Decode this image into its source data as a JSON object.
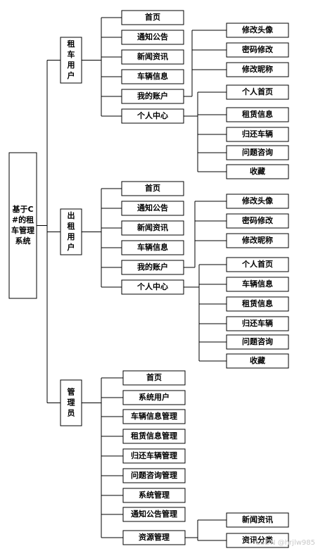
{
  "root": {
    "label_lines": [
      "基于C",
      "#的租",
      "车管理",
      "系统"
    ]
  },
  "roles": [
    {
      "label_lines": [
        "租",
        "车",
        "用",
        "户"
      ],
      "children": [
        {
          "label": "首页"
        },
        {
          "label": "通知公告"
        },
        {
          "label": "新闻资讯"
        },
        {
          "label": "车辆信息"
        },
        {
          "label": "我的账户",
          "children": [
            "修改头像",
            "密码修改",
            "修改昵称"
          ]
        },
        {
          "label": "个人中心",
          "children": [
            "个人首页",
            "租赁信息",
            "归还车辆",
            "问题咨询",
            "收藏"
          ]
        }
      ]
    },
    {
      "label_lines": [
        "出",
        "租",
        "用",
        "户"
      ],
      "children": [
        {
          "label": "首页"
        },
        {
          "label": "通知公告"
        },
        {
          "label": "新闻资讯"
        },
        {
          "label": "车辆信息"
        },
        {
          "label": "我的账户",
          "children": [
            "修改头像",
            "密码修改",
            "修改昵称"
          ]
        },
        {
          "label": "个人中心",
          "children": [
            "个人首页",
            "车辆信息",
            "租赁信息",
            "归还车辆",
            "问题咨询",
            "收藏"
          ]
        }
      ]
    },
    {
      "label_lines": [
        "管",
        "理",
        "员"
      ],
      "children": [
        {
          "label": "首页"
        },
        {
          "label": "系统用户"
        },
        {
          "label": "车辆信息管理"
        },
        {
          "label": "租赁信息管理"
        },
        {
          "label": "归还车辆管理"
        },
        {
          "label": "问题咨询管理"
        },
        {
          "label": "系统管理"
        },
        {
          "label": "通知公告管理"
        },
        {
          "label": "资源管理",
          "children": [
            "新闻资讯",
            "资讯分类"
          ]
        }
      ]
    }
  ],
  "watermark": "CSDN @hrjlw985"
}
